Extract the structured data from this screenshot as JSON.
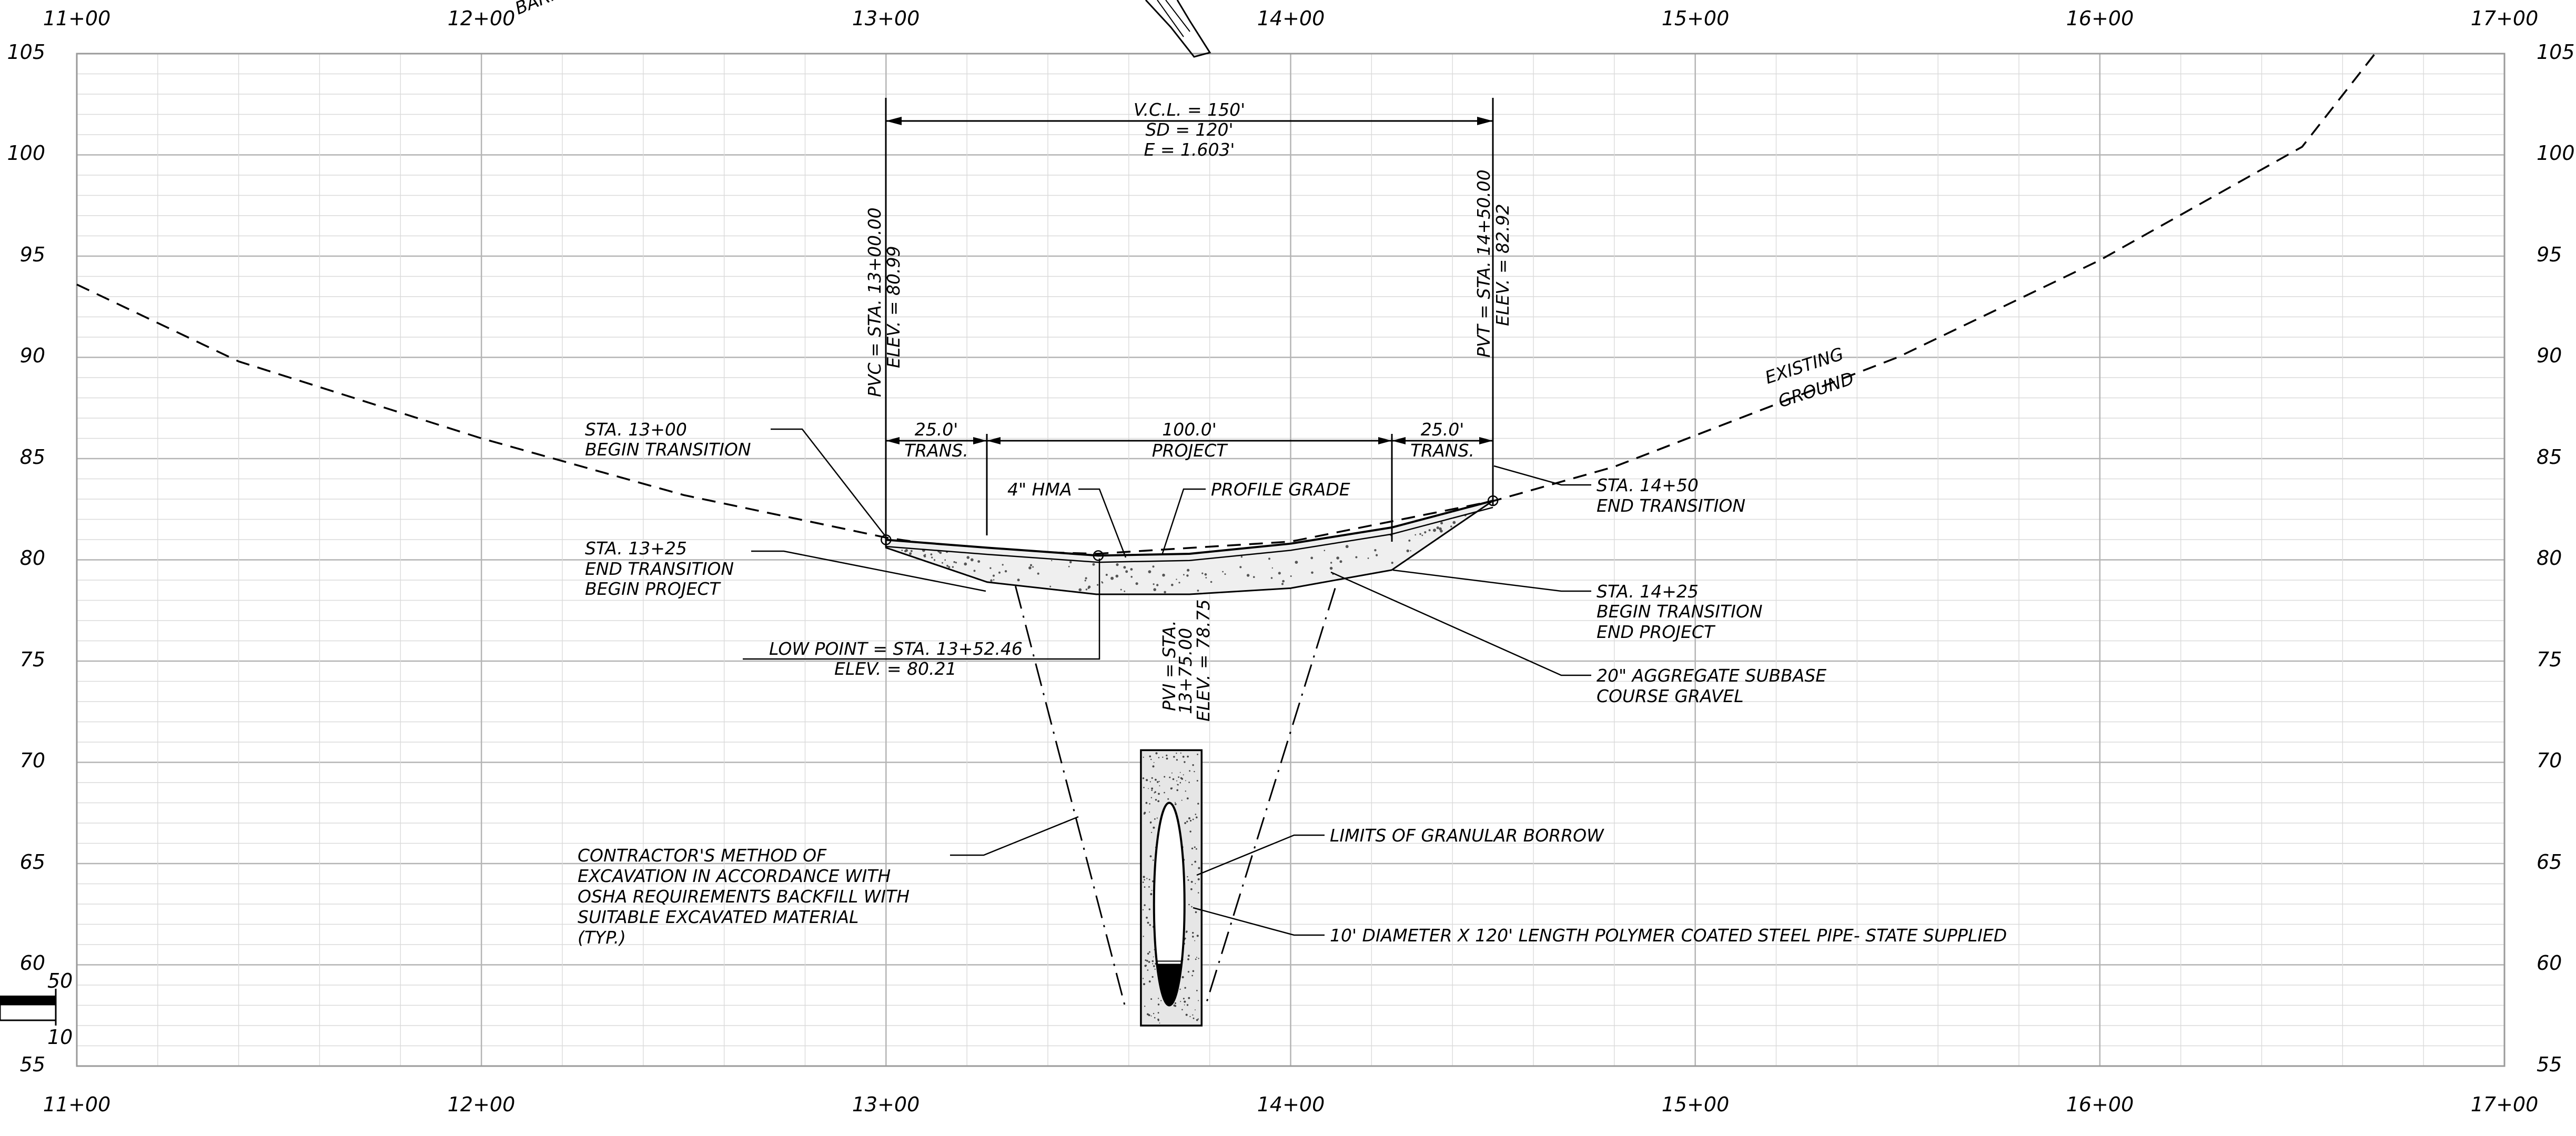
{
  "chart_data": {
    "type": "profile",
    "x_labels": [
      "11+00",
      "12+00",
      "13+00",
      "14+00",
      "15+00",
      "16+00",
      "17+00"
    ],
    "y_labels": [
      "105",
      "100",
      "95",
      "90",
      "85",
      "80",
      "75",
      "70",
      "65",
      "60",
      "55"
    ],
    "xlim": [
      1100,
      1700
    ],
    "ylim": [
      55,
      105
    ],
    "grid": true,
    "series": [
      {
        "name": "EXISTING GROUND",
        "style": "dashed",
        "points": [
          [
            1100,
            93.6
          ],
          [
            1140,
            89.8
          ],
          [
            1200,
            86.0
          ],
          [
            1250,
            83.2
          ],
          [
            1300,
            81.1
          ],
          [
            1320,
            80.5
          ],
          [
            1352,
            80.3
          ],
          [
            1400,
            80.9
          ],
          [
            1450,
            82.9
          ],
          [
            1480,
            84.6
          ],
          [
            1550,
            90.0
          ],
          [
            1600,
            94.8
          ],
          [
            1650,
            100.4
          ],
          [
            1668,
            105.0
          ]
        ]
      },
      {
        "name": "PROFILE GRADE",
        "style": "solid",
        "points": [
          [
            1300,
            80.99
          ],
          [
            1325,
            80.6
          ],
          [
            1352.46,
            80.21
          ],
          [
            1375,
            80.3
          ],
          [
            1400,
            80.8
          ],
          [
            1425,
            81.6
          ],
          [
            1450,
            82.92
          ]
        ]
      }
    ],
    "subbase_bottom": [
      [
        1300,
        80.6
      ],
      [
        1325,
        78.9
      ],
      [
        1352,
        78.3
      ],
      [
        1375,
        78.3
      ],
      [
        1400,
        78.6
      ],
      [
        1425,
        79.5
      ],
      [
        1450,
        82.92
      ]
    ],
    "pipe_trench": {
      "x_left": 1363,
      "x_right": 1378,
      "y_top": 70.6,
      "y_bottom": 57.0
    },
    "pipe": {
      "x_center": 1370,
      "y_top": 68.0,
      "y_bottom": 58.0
    },
    "excavation_lines": {
      "left": [
        [
          1332,
          78.7
        ],
        [
          1359,
          58.0
        ]
      ],
      "right": [
        [
          1411,
          78.6
        ],
        [
          1379,
          58.0
        ]
      ]
    }
  },
  "axes": {
    "top_station_labels": [
      "11+00",
      "12+00",
      "13+00",
      "14+00",
      "15+00",
      "16+00",
      "17+00"
    ],
    "bottom_station_labels": [
      "11+00",
      "12+00",
      "13+00",
      "14+00",
      "15+00",
      "16+00",
      "17+00"
    ],
    "left_elevation_labels": [
      "105",
      "100",
      "95",
      "90",
      "85",
      "80",
      "75",
      "70",
      "65",
      "60",
      "55"
    ],
    "right_elevation_labels": [
      "105",
      "100",
      "95",
      "90",
      "85",
      "80",
      "75",
      "70",
      "65",
      "60",
      "55"
    ]
  },
  "curve": {
    "vcl": "V.C.L. = 150'",
    "sd": "SD = 120'",
    "e": "E = 1.603'",
    "pvc_line1": "PVC = STA. 13+00.00",
    "pvc_line2": "ELEV. = 80.99",
    "pvt_line1": "PVT = STA. 14+50.00",
    "pvt_line2": "ELEV. = 82.92",
    "pvi_line1": "PVI = STA.",
    "pvi_line2": "13+75.00",
    "pvi_line3": "ELEV. = 78.75"
  },
  "dimensions": {
    "left_length": "25.0'",
    "left_label": "TRANS.",
    "mid_length": "100.0'",
    "mid_label": "PROJECT",
    "right_length": "25.0'",
    "right_label": "TRANS."
  },
  "callouts": {
    "hma": "4\" HMA",
    "profile_grade": "PROFILE GRADE",
    "sta1300": [
      "STA. 13+00",
      "BEGIN TRANSITION"
    ],
    "sta1325": [
      "STA. 13+25",
      "END TRANSITION",
      "BEGIN PROJECT"
    ],
    "low_point": [
      "LOW POINT = STA. 13+52.46",
      "ELEV. = 80.21"
    ],
    "sta1450": [
      "STA. 14+50",
      "END TRANSITION"
    ],
    "sta1425": [
      "STA. 14+25",
      "BEGIN TRANSITION",
      "END PROJECT"
    ],
    "subbase": [
      "20\" AGGREGATE SUBBASE",
      "COURSE GRAVEL"
    ],
    "existing_ground": [
      "EXISTING",
      "GROUND"
    ],
    "contractor": [
      "CONTRACTOR'S METHOD OF",
      "EXCAVATION IN ACCORDANCE WITH",
      "OSHA REQUIREMENTS BACKFILL WITH",
      "SUITABLE EXCAVATED MATERIAL",
      "(TYP.)"
    ],
    "borrow": "LIMITS OF GRANULAR BORROW",
    "pipe": "10' DIAMETER X 120' LENGTH POLYMER COATED STEEL PIPE- STATE SUPPLIED",
    "barrier_partial": "BARR"
  },
  "scale_bar": {
    "upper": "50",
    "lower": "10"
  }
}
